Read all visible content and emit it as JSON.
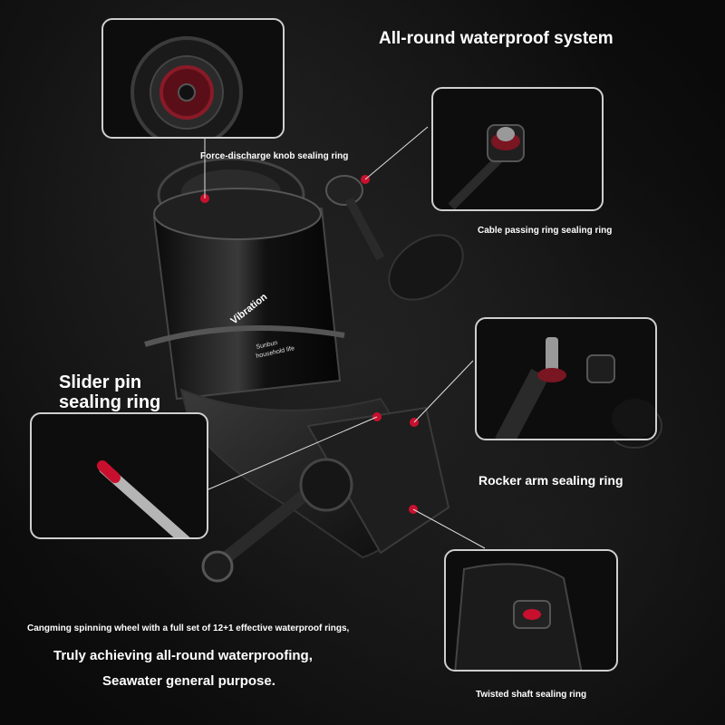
{
  "title": "All-round waterproof system",
  "labels": {
    "force_discharge": "Force-discharge knob sealing ring",
    "cable_passing": "Cable passing ring sealing ring",
    "slider_pin_line1": "Slider pin",
    "slider_pin_line2": "sealing ring",
    "rocker_arm": "Rocker arm sealing ring",
    "twisted_shaft": "Twisted shaft sealing ring"
  },
  "reel_text": {
    "brand": "Vibration",
    "sub1": "Sunbun",
    "sub2": "household life"
  },
  "description": {
    "line1": "Cangming spinning wheel with a full set of 12+1 effective waterproof rings,",
    "line2": "Truly achieving all-round waterproofing,",
    "line3": "Seawater general purpose."
  },
  "colors": {
    "accent": "#c8102e",
    "panel_border": "#cfcfcf",
    "background": "#121212"
  }
}
